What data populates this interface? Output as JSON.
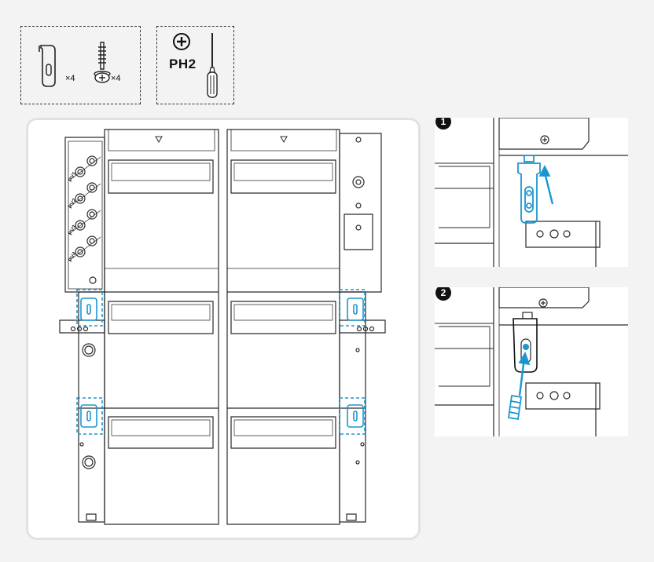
{
  "parts": {
    "bracket": {
      "icon": "wall-bracket-icon",
      "qty": "×4"
    },
    "screw": {
      "icon": "screw-icon",
      "qty": "×4"
    },
    "tool": {
      "icon": "phillips-screwdriver-icon",
      "name": "PH2"
    }
  },
  "modules": {
    "string_labels": [
      "PV1",
      "PV2",
      "PV3",
      "PV4"
    ]
  },
  "steps": [
    {
      "number": "1"
    },
    {
      "number": "2"
    }
  ],
  "colors": {
    "highlight": "#1b97cf",
    "line": "#2a2a2a",
    "panel_border": "#e2e2e2"
  }
}
